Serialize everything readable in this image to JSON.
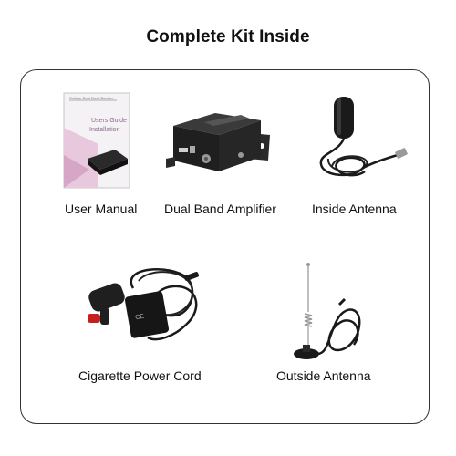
{
  "heading": "Complete Kit Inside",
  "items": [
    {
      "label": "User Manual",
      "icon": "user-manual-booklet"
    },
    {
      "label": "Dual Band Amplifier",
      "icon": "amplifier-box"
    },
    {
      "label": "Inside Antenna",
      "icon": "inside-antenna"
    },
    {
      "label": "Cigarette Power Cord",
      "icon": "car-power-adapter"
    },
    {
      "label": "Outside Antenna",
      "icon": "magnetic-outside-antenna"
    }
  ],
  "manual": {
    "top_line": "Cellular Dual Band Booster",
    "title_line1": "Users Guide",
    "title_line2": "Installation"
  },
  "colors": {
    "frame": "#333333",
    "device": "#1c1c1c",
    "booklet_accent": "#c08fb5"
  }
}
